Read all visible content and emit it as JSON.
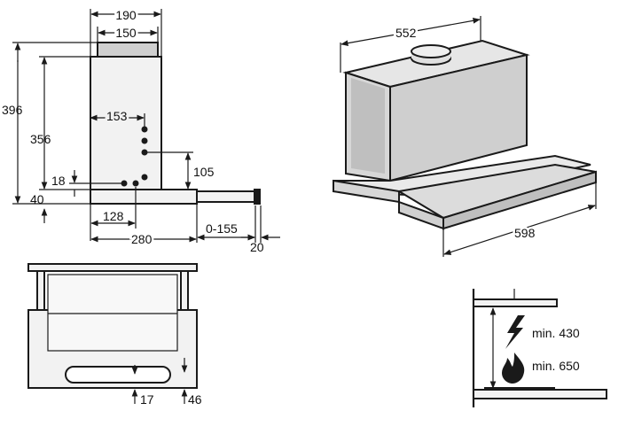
{
  "dimensions": {
    "d190": "190",
    "d150": "150",
    "d396": "396",
    "d356": "356",
    "d153": "153",
    "d105": "105",
    "d18": "18",
    "d40": "40",
    "d128": "128",
    "d280": "280",
    "d0_155": "0-155",
    "d20": "20",
    "d552": "552",
    "d598": "598",
    "d17": "17",
    "d46": "46"
  },
  "clearances": {
    "electric": "min. 430",
    "gas": "min. 650"
  },
  "icons": {
    "electric": "lightning-bolt-icon",
    "gas": "flame-icon"
  }
}
